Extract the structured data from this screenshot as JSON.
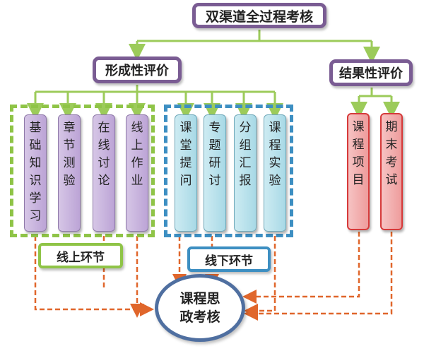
{
  "title": "双渠道全过程考核",
  "categories": {
    "formative": "形成性评价",
    "summative": "结果性评价"
  },
  "online_items": [
    {
      "chars": [
        "基",
        "础",
        "知",
        "识",
        "学",
        "习"
      ]
    },
    {
      "chars": [
        "章",
        "节",
        "测",
        "验"
      ]
    },
    {
      "chars": [
        "在",
        "线",
        "讨",
        "论"
      ]
    },
    {
      "chars": [
        "线",
        "上",
        "作",
        "业"
      ]
    }
  ],
  "offline_items": [
    {
      "chars": [
        "课",
        "堂",
        "提",
        "问"
      ]
    },
    {
      "chars": [
        "专",
        "题",
        "研",
        "讨"
      ]
    },
    {
      "chars": [
        "分",
        "组",
        "汇",
        "报"
      ]
    },
    {
      "chars": [
        "课",
        "程",
        "实",
        "验"
      ]
    }
  ],
  "summative_items": [
    {
      "chars": [
        "课",
        "程",
        "项",
        "目"
      ]
    },
    {
      "chars": [
        "期",
        "末",
        "考",
        "试"
      ]
    }
  ],
  "phases": {
    "online": "线上环节",
    "offline": "线下环节"
  },
  "final": {
    "line1": "课程思",
    "line2": "政考核"
  },
  "colors": {
    "purple_border": "#7a5c93",
    "green_connector": "#9ccb5a",
    "orange_arrow": "#e0662b",
    "online_green": "#8fc447",
    "offline_blue": "#3d8fc2",
    "red_pill_border": "#d63a3a"
  }
}
